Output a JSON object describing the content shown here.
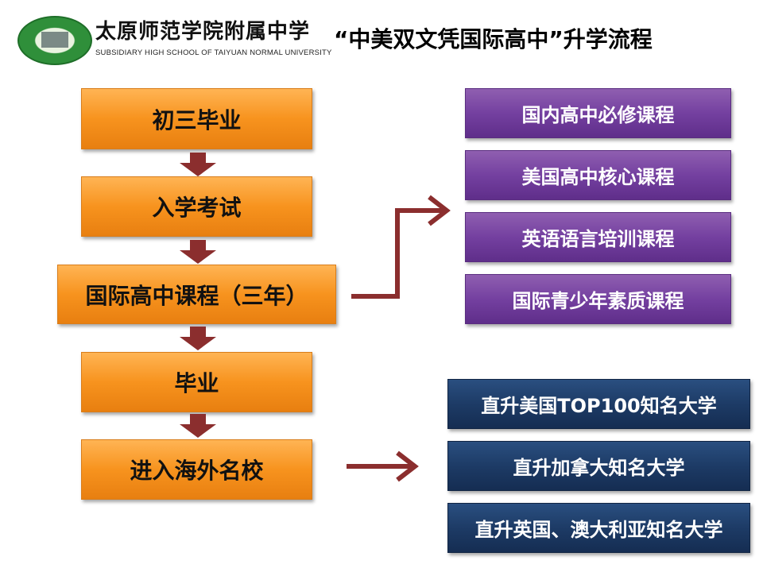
{
  "header": {
    "logo_cn": "太原师范学院附属中学",
    "logo_en": "SUBSIDIARY HIGH SCHOOL OF TAIYUAN NORMAL UNIVERSITY",
    "title": "“中美双文凭国际高中”升学流程"
  },
  "flow": [
    "初三毕业",
    "入学考试",
    "国际高中课程（三年）",
    "毕业",
    "进入海外名校"
  ],
  "courses": [
    "国内高中必修课程",
    "美国高中核心课程",
    "英语语言培训课程",
    "国际青少年素质课程"
  ],
  "destinations": [
    "直升美国TOP100知名大学",
    "直升加拿大知名大学",
    "直升英国、澳大利亚知名大学"
  ],
  "colors": {
    "orange": "#f7931e",
    "purple": "#7440a0",
    "navy": "#1d3b66",
    "arrow": "#8b2e2e"
  }
}
